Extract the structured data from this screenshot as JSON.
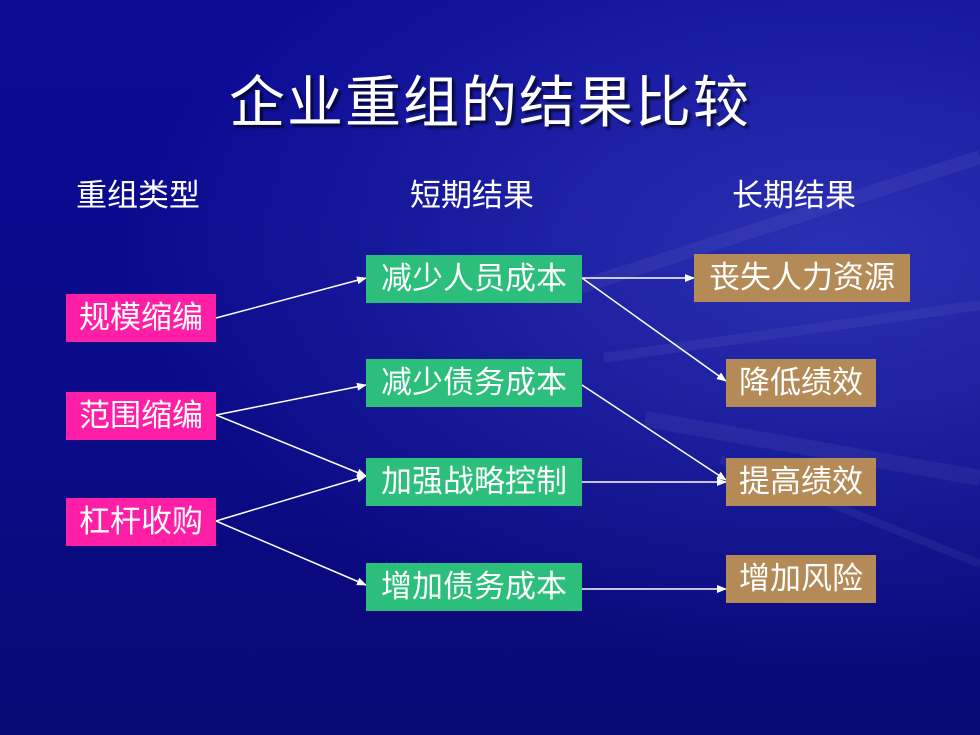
{
  "title": "企业重组的结果比较",
  "columns": {
    "type": "重组类型",
    "short": "短期结果",
    "long": "长期结果"
  },
  "types": [
    "规模缩编",
    "范围缩编",
    "杠杆收购"
  ],
  "short_results": [
    "减少人员成本",
    "减少债务成本",
    "加强战略控制",
    "增加债务成本"
  ],
  "long_results": [
    "丧失人力资源",
    "降低绩效",
    "提高绩效",
    "增加风险"
  ],
  "links": [
    {
      "from": "规模缩编",
      "to": "减少人员成本"
    },
    {
      "from": "范围缩编",
      "to": "减少债务成本"
    },
    {
      "from": "范围缩编",
      "to": "加强战略控制"
    },
    {
      "from": "杠杆收购",
      "to": "加强战略控制"
    },
    {
      "from": "杠杆收购",
      "to": "增加债务成本"
    },
    {
      "from": "减少人员成本",
      "to": "丧失人力资源"
    },
    {
      "from": "减少人员成本",
      "to": "降低绩效"
    },
    {
      "from": "减少债务成本",
      "to": "提高绩效"
    },
    {
      "from": "加强战略控制",
      "to": "提高绩效"
    },
    {
      "from": "增加债务成本",
      "to": "增加风险"
    }
  ],
  "colors": {
    "background": "#0a0a8c",
    "type_box": "#ff1fa6",
    "short_box": "#2bbf7b",
    "long_box": "#b48a57",
    "text": "#ffffff"
  }
}
